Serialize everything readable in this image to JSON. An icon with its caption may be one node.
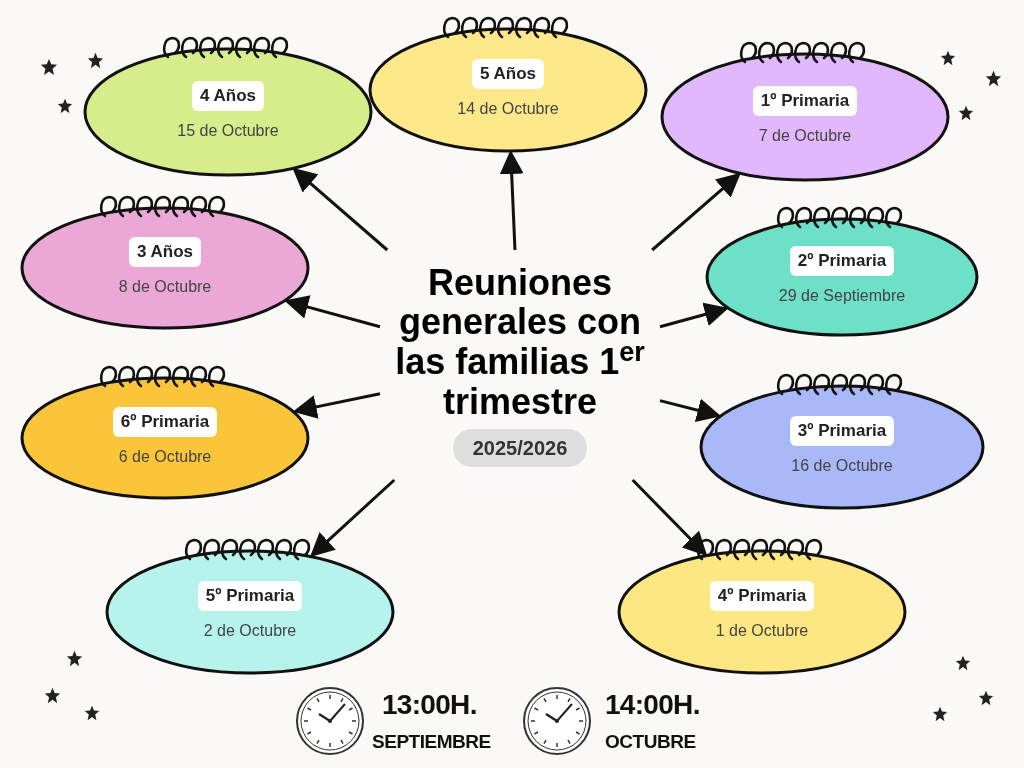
{
  "diagram": {
    "nodes": [
      {
        "text": [
          "Reuniones generales con las familias 1$^{er}$ trimestre",
          "2025/2026"
        ]
      },
      {
        "text": [
          "4 Años",
          "15 de Octubre"
        ]
      },
      {
        "text": [
          "5 Años",
          "14 de Octubre"
        ]
      },
      {
        "text": [
          "1º Primaria",
          "7 de Octubre"
        ]
      },
      {
        "text": [
          "3 Años",
          "8 de Octubre"
        ]
      },
      {
        "text": [
          "2º Primaria",
          "29 de Septiembre"
        ]
      },
      {
        "text": [
          "6º Primaria",
          "6 de Octubre"
        ]
      },
      {
        "text": [
          "3º Primaria",
          "16 de Octubre"
        ]
      },
      {
        "text": [
          "5º Primaria",
          "2 de Octubre"
        ]
      },
      {
        "text": [
          "4º Primaria",
          "1 de Octubre"
        ]
      }
    ],
    "edges": [
      {
        "from": 0,
        "to": 1,
        "arrow": "to"
      },
      {
        "from": 0,
        "to": 2,
        "arrow": "to"
      },
      {
        "from": 0,
        "to": 3,
        "arrow": "to"
      },
      {
        "from": 0,
        "to": 4,
        "arrow": "to"
      },
      {
        "from": 0,
        "to": 5,
        "arrow": "to"
      },
      {
        "from": 0,
        "to": 6,
        "arrow": "to"
      },
      {
        "from": 0,
        "to": 7,
        "arrow": "to"
      },
      {
        "from": 0,
        "to": 8,
        "arrow": "to"
      },
      {
        "from": 0,
        "to": 9,
        "arrow": "to"
      }
    ],
    "labels": [
      "13:00H.",
      "SEPTIEMBRE",
      "14:00H.",
      "OCTUBRE"
    ]
  }
}
